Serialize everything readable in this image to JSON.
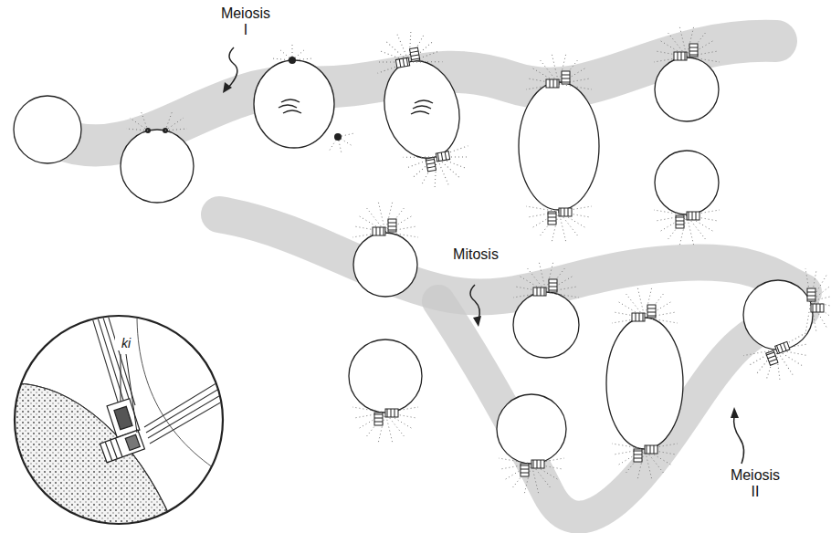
{
  "diagram": {
    "labels": [
      "Meiosis I",
      "Mitosis",
      "Meiosis II",
      "ki"
    ]
  }
}
